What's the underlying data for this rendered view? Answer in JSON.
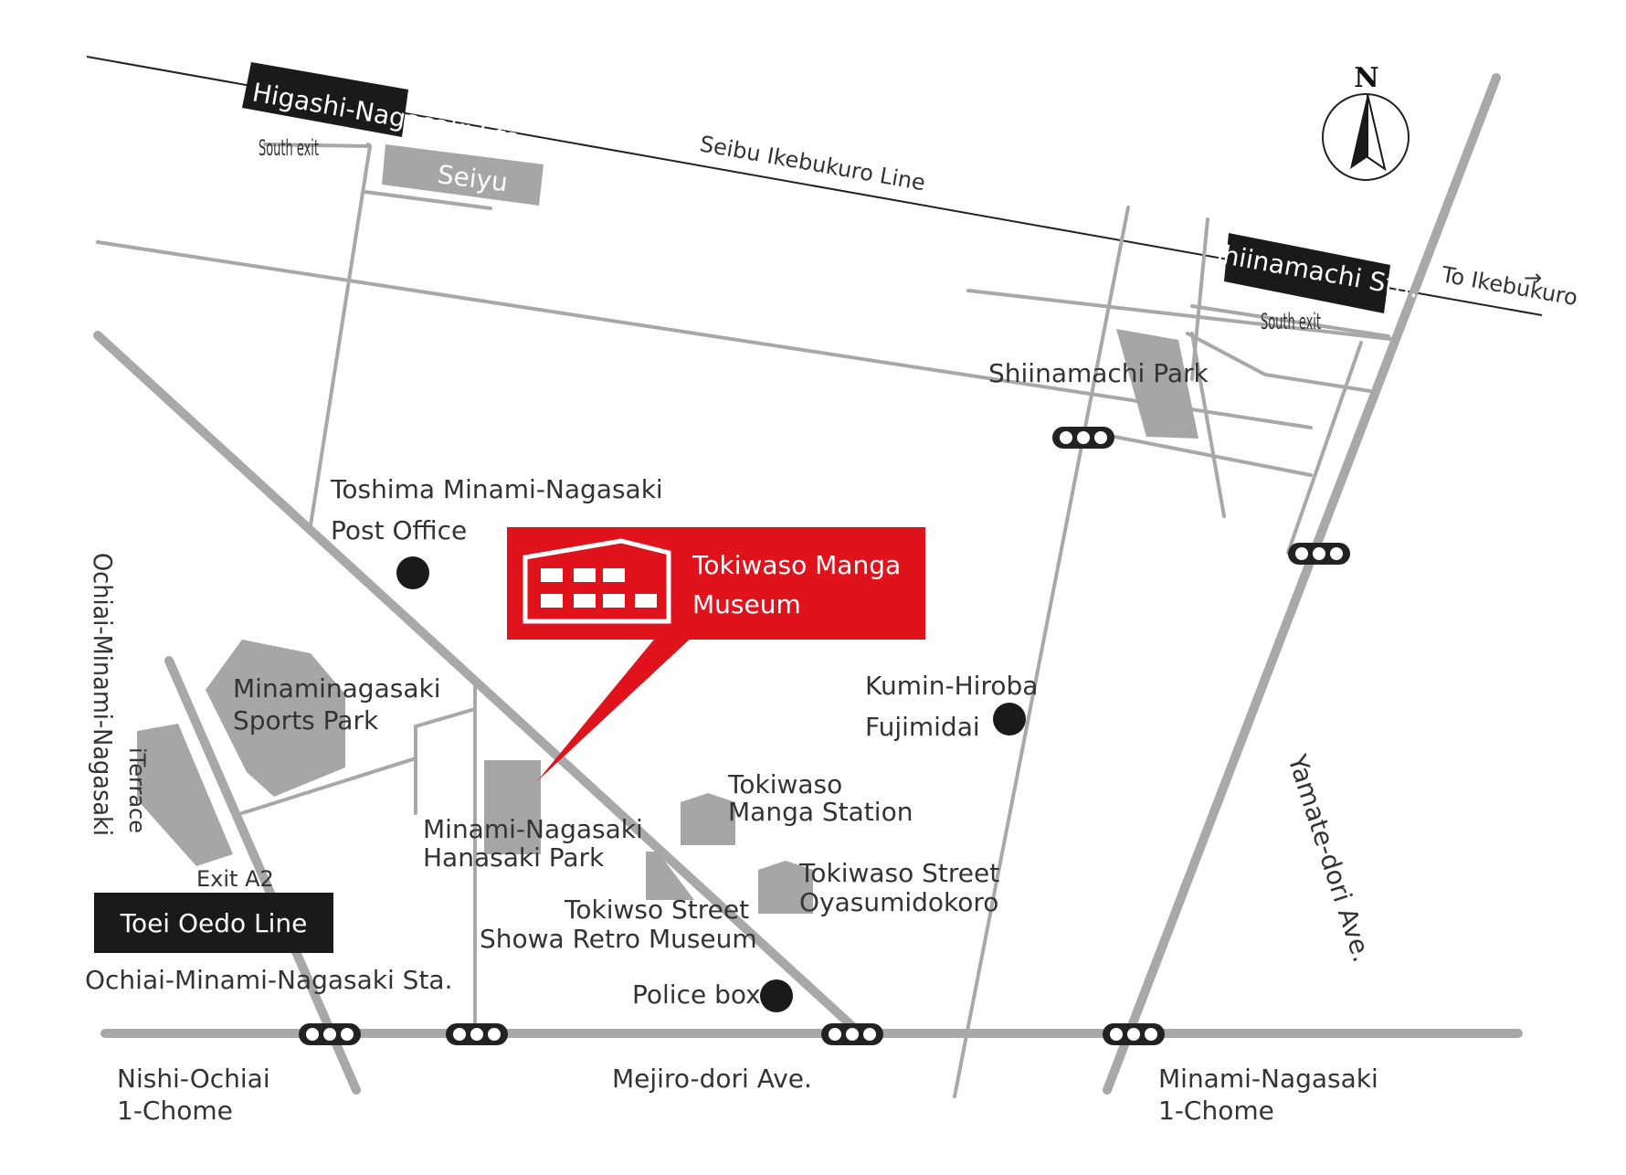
{
  "colors": {
    "accent": "#e0121c",
    "road": "#a8a8a8",
    "building": "#a6a6a6",
    "dark": "#1a1a1a"
  },
  "compass": {
    "label": "N",
    "icon": "north-arrow-icon"
  },
  "stations": {
    "higashi_nagasaki": "Higashi-Nagasaki Sta.",
    "shiinamachi": "Shiinamachi Sta.",
    "toei_line": "Toei Oedo Line",
    "ochiai_sta": "Ochiai-Minami-Nagasaki Sta."
  },
  "labels": {
    "south_exit_1": "South exit",
    "south_exit_2": "South exit",
    "seiyu": "Seiyu",
    "seibu_line": "Seibu Ikebukuro Line",
    "to_ikebukuro": "To Ikebukuro",
    "shiinamachi_park": "Shiinamachi Park",
    "post_office_1": "Toshima Minami-Nagasaki",
    "post_office_2": "Post Office",
    "ochiai_road": "Ochiai-Minami-Nagasaki",
    "sports_park_1": "Minaminagasaki",
    "sports_park_2": "Sports Park",
    "iterrace": "iTerrace",
    "exit_a2": "Exit A2",
    "hanasaki_1": "Minami-Nagasaki",
    "hanasaki_2": "Hanasaki Park",
    "showa_1": "Tokiwso Street",
    "showa_2": "Showa Retro Museum",
    "manga_station_1": "Tokiwaso",
    "manga_station_2": "Manga Station",
    "oyasumi_1": "Tokiwaso Street",
    "oyasumi_2": "Oyasumidokoro",
    "kumin_1": "Kumin-Hiroba",
    "kumin_2": "Fujimidai",
    "police_box": "Police box",
    "yamate": "Yamate-dori Ave.",
    "mejiro": "Mejiro-dori Ave.",
    "nishi_ochiai_1": "Nishi-Ochiai",
    "nishi_ochiai_2": "1-Chome",
    "minami_nagasaki_1": "Minami-Nagasaki",
    "minami_nagasaki_2": "1-Chome"
  },
  "museum": {
    "line1": "Tokiwaso Manga",
    "line2": "Museum",
    "icon": "museum-building-icon"
  }
}
